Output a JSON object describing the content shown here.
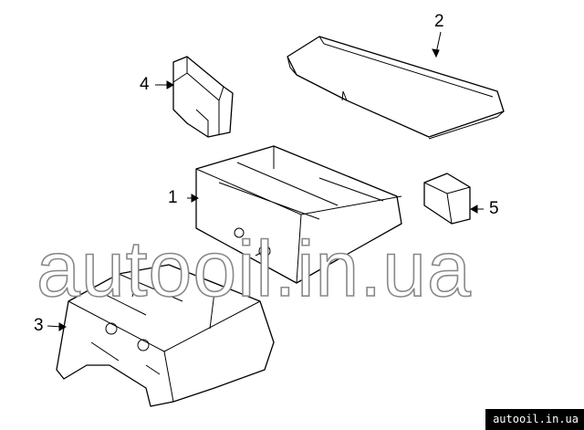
{
  "diagram": {
    "callouts": [
      {
        "id": "1",
        "label": "1"
      },
      {
        "id": "2",
        "label": "2"
      },
      {
        "id": "3",
        "label": "3"
      },
      {
        "id": "4",
        "label": "4"
      },
      {
        "id": "5",
        "label": "5"
      }
    ],
    "watermark": "autooil.in.ua",
    "footer_text": "autooil.in.ua"
  }
}
